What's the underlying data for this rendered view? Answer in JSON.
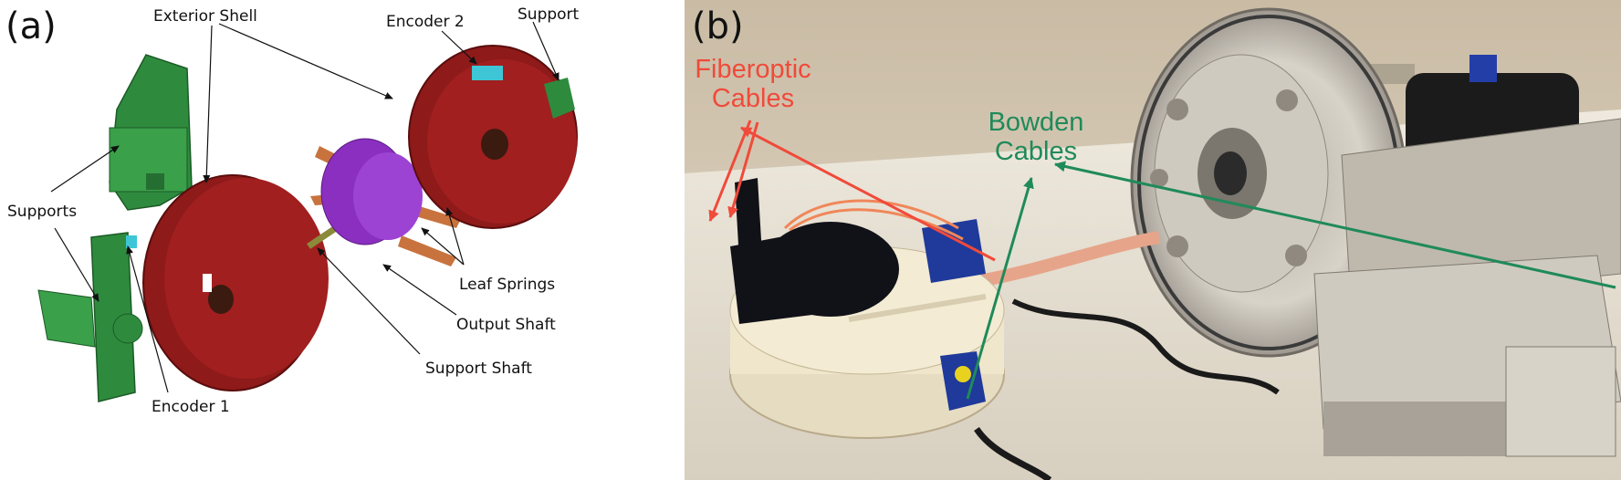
{
  "panel_a": {
    "letter": "(a)",
    "labels": {
      "exterior_shell": "Exterior Shell",
      "encoder_2": "Encoder 2",
      "support": "Support",
      "supports": "Supports",
      "leaf_springs": "Leaf Springs",
      "output_shaft": "Output Shaft",
      "support_shaft": "Support Shaft",
      "encoder_1": "Encoder 1"
    }
  },
  "panel_b": {
    "letter": "(b)",
    "labels": {
      "fiberoptic": "Fiberoptic\nCables",
      "bowden": "Bowden\nCables"
    }
  },
  "colors": {
    "shell": "#8e1a1a",
    "support": "#2e8b3e",
    "encoder": "#3ec6d6",
    "spring_core": "#8a2fbf",
    "leaf": "#c8733e",
    "fiberoptic": "#f04a3a",
    "bowden": "#1f8a5a"
  }
}
